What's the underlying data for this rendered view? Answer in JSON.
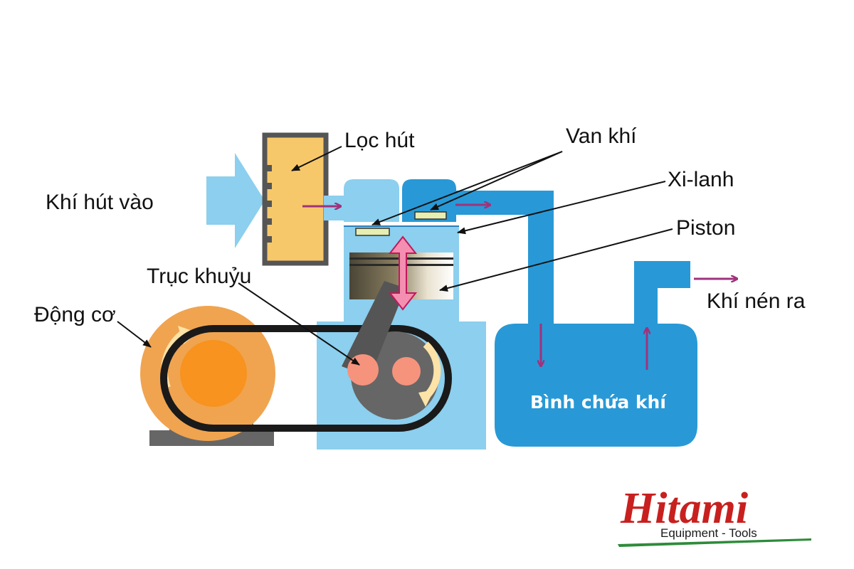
{
  "labels": {
    "intake_air": "Khí hút vào",
    "intake_filter": "Lọc hút",
    "valve": "Van khí",
    "cylinder": "Xi-lanh",
    "piston": "Piston",
    "crankshaft": "Trục khuỷu",
    "motor": "Động cơ",
    "compressed_air_out": "Khí nén ra",
    "air_tank": "Bình chứa khí"
  },
  "logo": {
    "brand": "Hitami",
    "tagline": "Equipment - Tools"
  },
  "colors": {
    "light_blue": "#8ccfee",
    "dark_blue": "#2899d6",
    "filter_fill": "#f7c86a",
    "filter_border": "#555555",
    "motor_orange": "#f7931e",
    "motor_ring": "#f0a450",
    "crank_gray": "#666666",
    "crank_pin": "#f6937d",
    "flow_arrow": "#a0327c",
    "piston_rod": "#f48fb1",
    "belt": "#1a1a1a",
    "logo_red": "#c8201f",
    "logo_green": "#2e8b3a"
  },
  "icons": [
    "intake-arrow-icon",
    "flow-arrow-icon",
    "rotation-arrow-icon",
    "double-arrow-icon"
  ]
}
